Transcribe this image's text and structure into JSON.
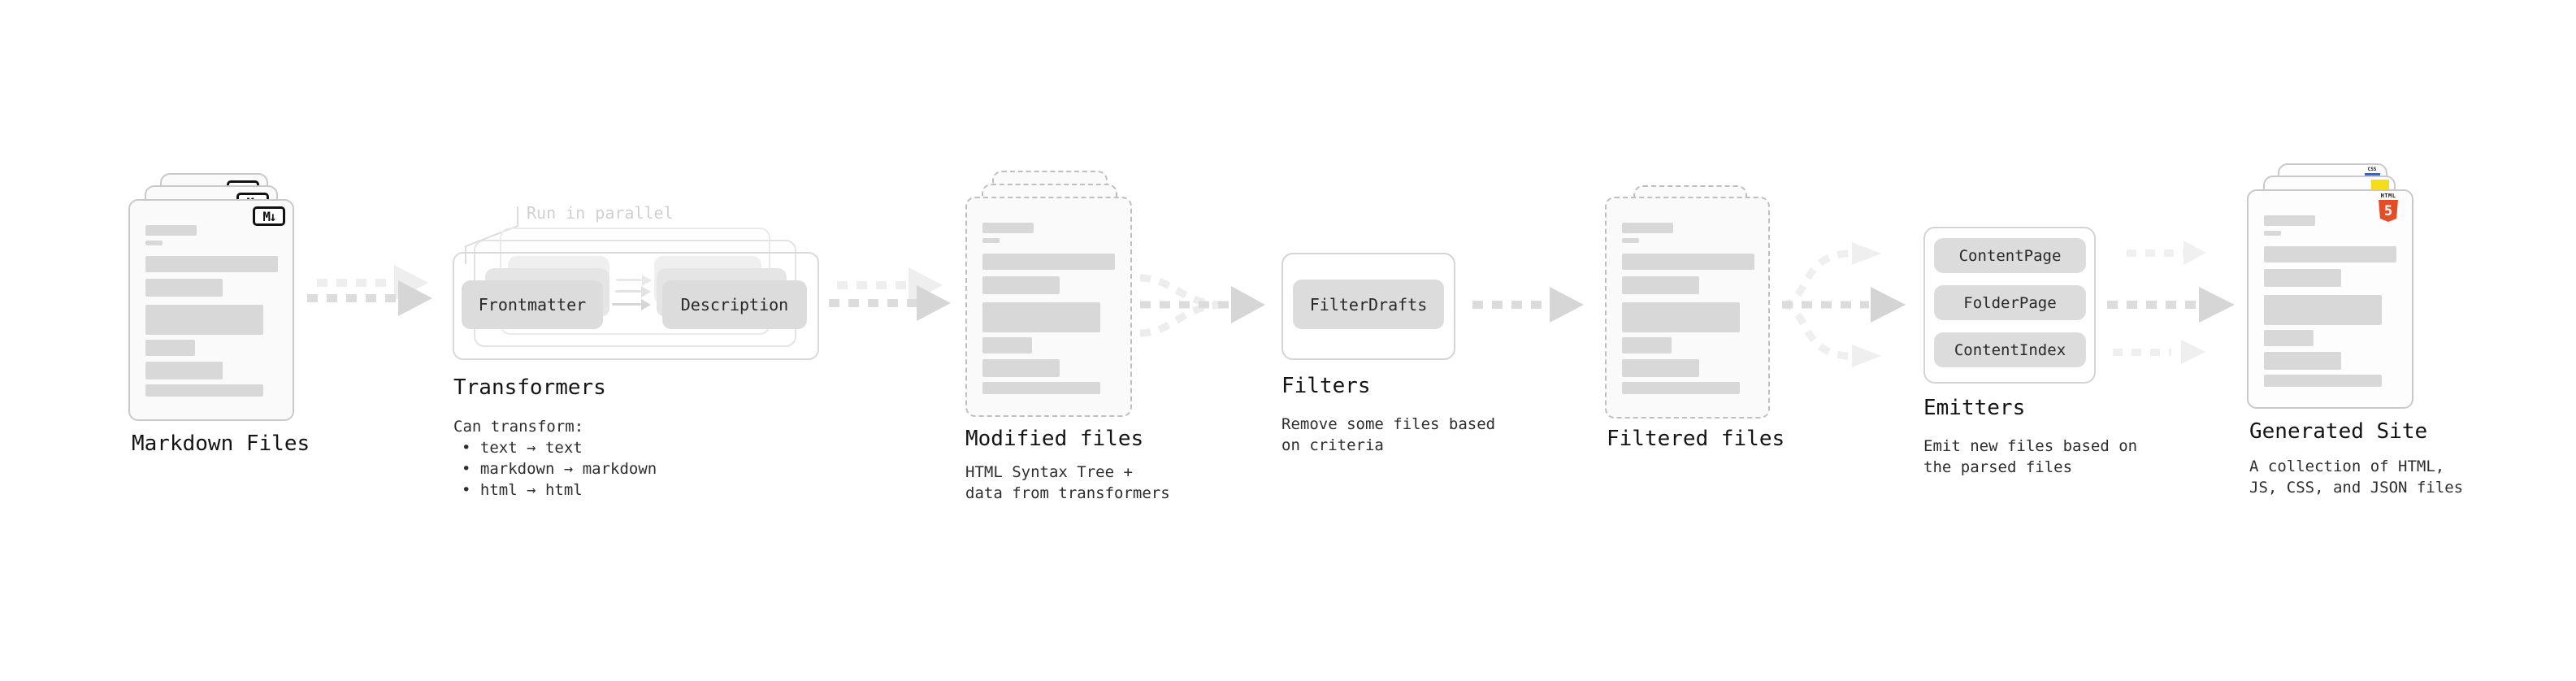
{
  "stages": {
    "markdown": {
      "title": "Markdown Files"
    },
    "transformers": {
      "annotation": "Run in parallel",
      "box_from": "Frontmatter",
      "box_to": "Description",
      "title": "Transformers",
      "desc_intro": "Can transform:",
      "bullets": [
        "• text → text",
        "• markdown → markdown",
        "• html → html"
      ]
    },
    "modified": {
      "title": "Modified files",
      "desc_line1": "HTML Syntax Tree +",
      "desc_line2": "data from transformers"
    },
    "filters": {
      "box": "FilterDrafts",
      "title": "Filters",
      "desc_line1": "Remove some files based",
      "desc_line2": "on criteria"
    },
    "filtered": {
      "title": "Filtered files"
    },
    "emitters": {
      "boxes": [
        "ContentPage",
        "FolderPage",
        "ContentIndex"
      ],
      "title": "Emitters",
      "desc_line1": "Emit new files based on",
      "desc_line2": "the parsed files"
    },
    "generated": {
      "title": "Generated Site",
      "desc_line1": "A collection of HTML,",
      "desc_line2": "JS, CSS, and JSON files"
    }
  },
  "icons": {
    "markdown_glyph": "M↓",
    "html5_label": "HTML",
    "html5_glyph": "5",
    "css_label": "CSS"
  },
  "colors": {
    "html5_orange": "#e44d26",
    "js_yellow": "#f5de19",
    "css_blue": "#2d63ea",
    "card_border": "#c9c9c9",
    "bar_gray": "#d8d8d8",
    "arrow_gray": "#d6d6d6"
  }
}
